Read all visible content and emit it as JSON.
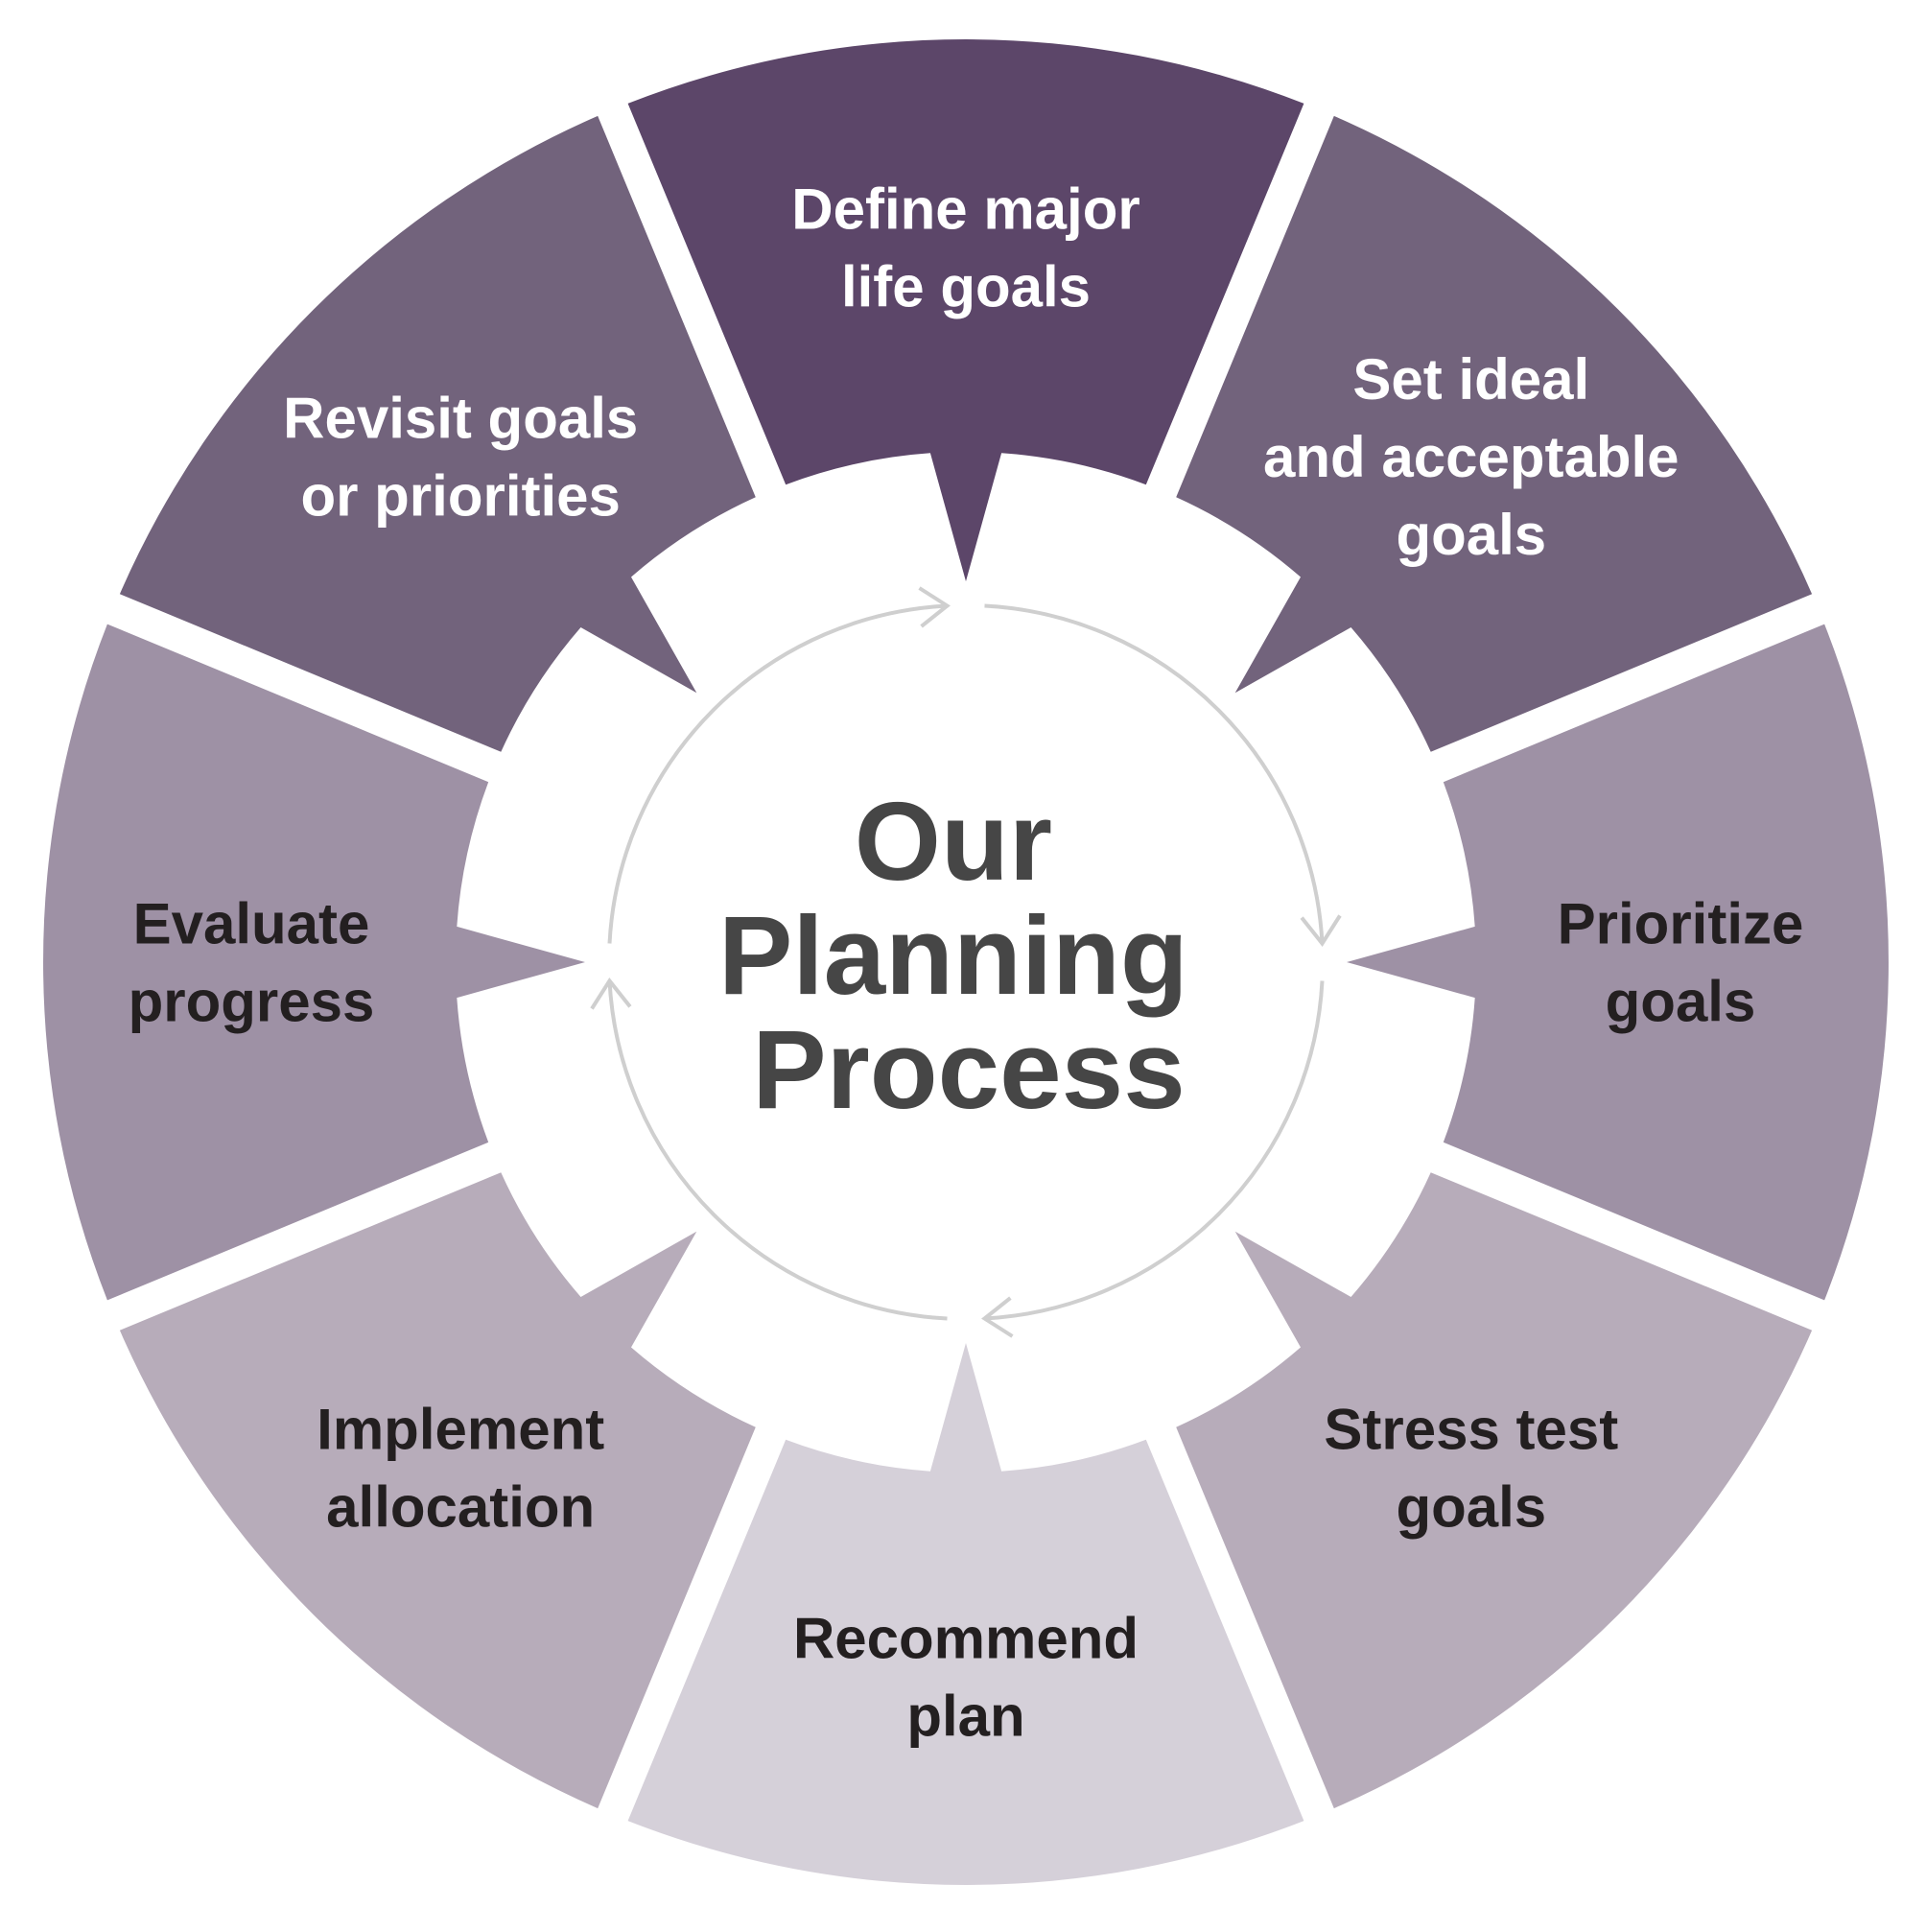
{
  "center": {
    "lines": [
      "Our",
      "Planning",
      "Process"
    ],
    "color": "#464646"
  },
  "ring_color": "#cfcfcf",
  "segments": [
    {
      "id": "define-major-life-goals",
      "lines": [
        "Define major",
        "life goals"
      ],
      "fill": "#5c4669",
      "text_color": "#ffffff"
    },
    {
      "id": "set-ideal-and-acceptable-goals",
      "lines": [
        "Set ideal",
        "and acceptable",
        "goals"
      ],
      "fill": "#72637c",
      "text_color": "#ffffff"
    },
    {
      "id": "prioritize-goals",
      "lines": [
        "Prioritize",
        "goals"
      ],
      "fill": "#9e91a5",
      "text_color": "#231f20"
    },
    {
      "id": "stress-test-goals",
      "lines": [
        "Stress test",
        "goals"
      ],
      "fill": "#b7acba",
      "text_color": "#231f20"
    },
    {
      "id": "recommend-plan",
      "lines": [
        "Recommend",
        "plan"
      ],
      "fill": "#d5d0d9",
      "text_color": "#231f20"
    },
    {
      "id": "implement-allocation",
      "lines": [
        "Implement",
        "allocation"
      ],
      "fill": "#b7acba",
      "text_color": "#231f20"
    },
    {
      "id": "evaluate-progress",
      "lines": [
        "Evaluate",
        "progress"
      ],
      "fill": "#9e91a5",
      "text_color": "#231f20"
    },
    {
      "id": "revisit-goals-or-priorities",
      "lines": [
        "Revisit goals",
        "or priorities"
      ],
      "fill": "#72637c",
      "text_color": "#ffffff"
    }
  ]
}
